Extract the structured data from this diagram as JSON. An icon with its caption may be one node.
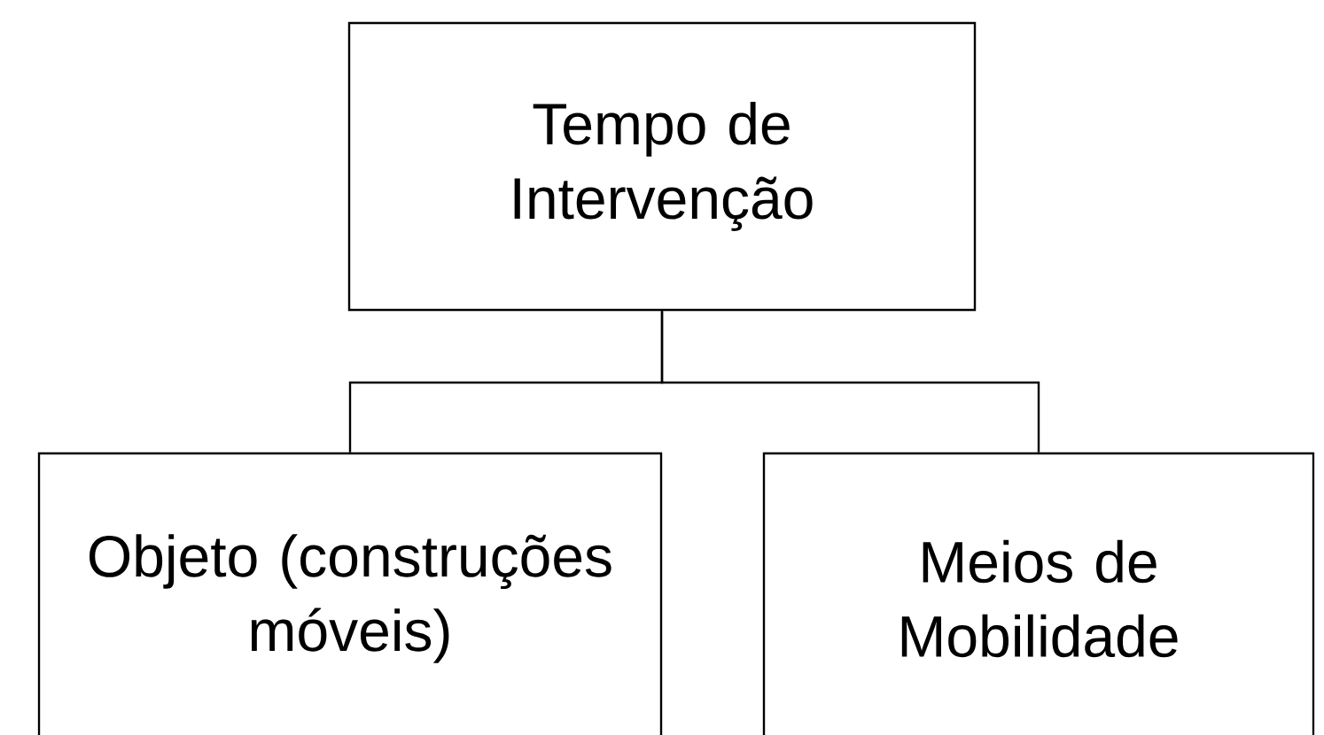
{
  "diagram": {
    "nodes": [
      {
        "text": [
          "Tempo de Intervenção"
        ]
      },
      {
        "text": [
          "Objeto (construções móveis)"
        ]
      },
      {
        "text": [
          "Meios de Mobilidade"
        ]
      }
    ],
    "edges": [
      {
        "from": 0,
        "to": 1,
        "arrow": "none"
      },
      {
        "from": 0,
        "to": 2,
        "arrow": "none"
      }
    ]
  }
}
